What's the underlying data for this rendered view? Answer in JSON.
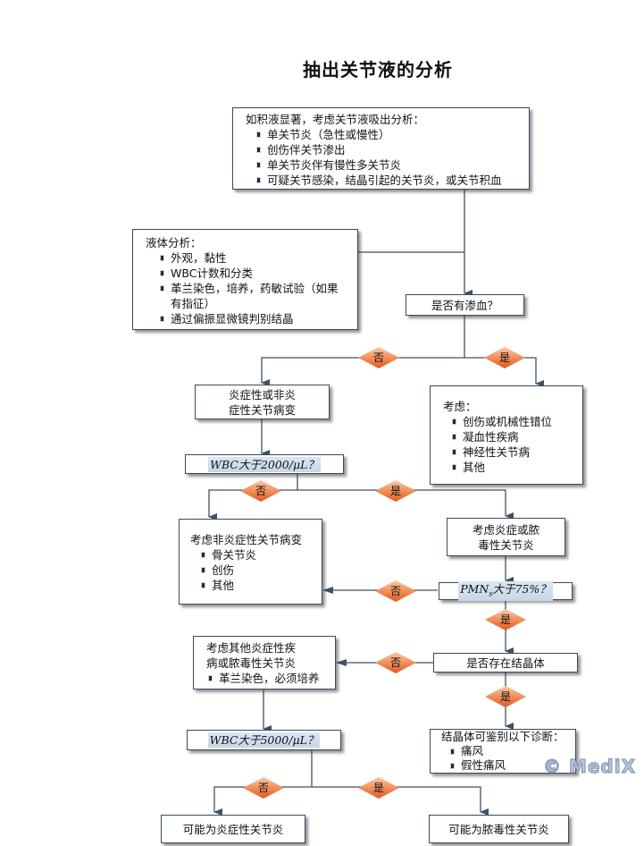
{
  "title": "抽出关节液的分析",
  "nodes": {
    "start": {
      "head": "如积液显著，考虑关节液吸出分析：",
      "items": [
        "单关节炎（急性或慢性）",
        "创伤伴关节渗出",
        "单关节炎伴有慢性多关节炎",
        "可疑关节感染，结晶引起的关节炎，或关节积血"
      ]
    },
    "fluid_analysis": {
      "head": "液体分析：",
      "items": [
        "外观，黏性",
        "WBC计数和分类",
        "革兰染色，培养，药敏试验（如果有指征）",
        "通过偏振显微镜判别结晶"
      ]
    },
    "hemarthrosis_q": {
      "text": "是否有渗血？"
    },
    "inflammatory_or_not": {
      "line1": "炎症性或非炎",
      "line2": "症性关节病变"
    },
    "consider_trauma": {
      "head": "考虑：",
      "items": [
        "创伤或机械性错位",
        "凝血性疾病",
        "神经性关节病",
        "其他"
      ]
    },
    "wbc2000_q": {
      "text": "WBC大于2000/μL？"
    },
    "noninflammatory": {
      "head": "考虑非炎症性关节病变",
      "items": [
        "骨关节炎",
        "创伤",
        "其他"
      ]
    },
    "inflammatory_septic": {
      "line1": "考虑炎症或脓",
      "line2": "毒性关节炎"
    },
    "pmn_q": {
      "prefix": "PMN",
      "sub": "s",
      "text": "大于75%？"
    },
    "other_inflammatory": {
      "line1": "考虑其他炎症性疾",
      "line2": "病或脓毒性关节炎",
      "items": [
        "革兰染色，必须培养"
      ]
    },
    "crystal_q": {
      "text": "是否存在结晶体"
    },
    "wbc5000_q": {
      "text": "WBC大于5000/μL？"
    },
    "crystal_dx": {
      "head": "结晶体可鉴别以下诊断：",
      "items": [
        "痛风",
        "假性痛风"
      ]
    },
    "inflammatory_arthritis": {
      "text": "可能为炎症性关节炎"
    },
    "septic_arthritis": {
      "text": "可能为脓毒性关节炎"
    }
  },
  "decisions": {
    "no": "否",
    "yes": "是"
  },
  "colors": {
    "line": "#3e5266",
    "diamond_light": "#f8b48c",
    "diamond_dark": "#e0622a"
  },
  "watermark": "© MediX"
}
